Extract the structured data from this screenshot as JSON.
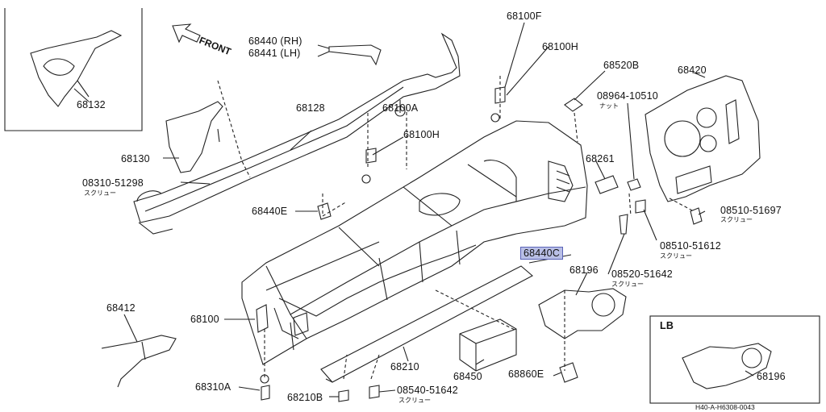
{
  "diagram": {
    "front_label": "FRONT",
    "inset_label": "LB",
    "code": "H40-A-H6308-0043",
    "screw_jp": "スクリュー",
    "nut_jp": "ナット",
    "parts": [
      {
        "id": "p68132",
        "label": "68132"
      },
      {
        "id": "p68440rh",
        "label": "68440 (RH)"
      },
      {
        "id": "p68441lh",
        "label": "68441 (LH)"
      },
      {
        "id": "p68100f",
        "label": "68100F"
      },
      {
        "id": "p68100h_top",
        "label": "68100H"
      },
      {
        "id": "p68520b",
        "label": "68520B"
      },
      {
        "id": "p68420",
        "label": "68420"
      },
      {
        "id": "p08964",
        "label": "08964-10510"
      },
      {
        "id": "p68128",
        "label": "68128"
      },
      {
        "id": "p68100a",
        "label": "68100A"
      },
      {
        "id": "p68100h_mid",
        "label": "68100H"
      },
      {
        "id": "p68130",
        "label": "68130"
      },
      {
        "id": "p08310",
        "label": "08310-51298"
      },
      {
        "id": "p68261",
        "label": "68261"
      },
      {
        "id": "p68440e",
        "label": "68440E"
      },
      {
        "id": "p08510_697",
        "label": "08510-51697"
      },
      {
        "id": "p08510_612",
        "label": "08510-51612"
      },
      {
        "id": "p68440c",
        "label": "68440C"
      },
      {
        "id": "p08520",
        "label": "08520-51642"
      },
      {
        "id": "p68196",
        "label": "68196"
      },
      {
        "id": "p68412",
        "label": "68412"
      },
      {
        "id": "p68100",
        "label": "68100"
      },
      {
        "id": "p68210",
        "label": "68210"
      },
      {
        "id": "p68450",
        "label": "68450"
      },
      {
        "id": "p68860e",
        "label": "68860E"
      },
      {
        "id": "p68310a",
        "label": "68310A"
      },
      {
        "id": "p08540",
        "label": "08540-51642"
      },
      {
        "id": "p68210b",
        "label": "68210B"
      },
      {
        "id": "p68196_lb",
        "label": "68196"
      }
    ]
  },
  "highlight_color": "#b9bfe6"
}
